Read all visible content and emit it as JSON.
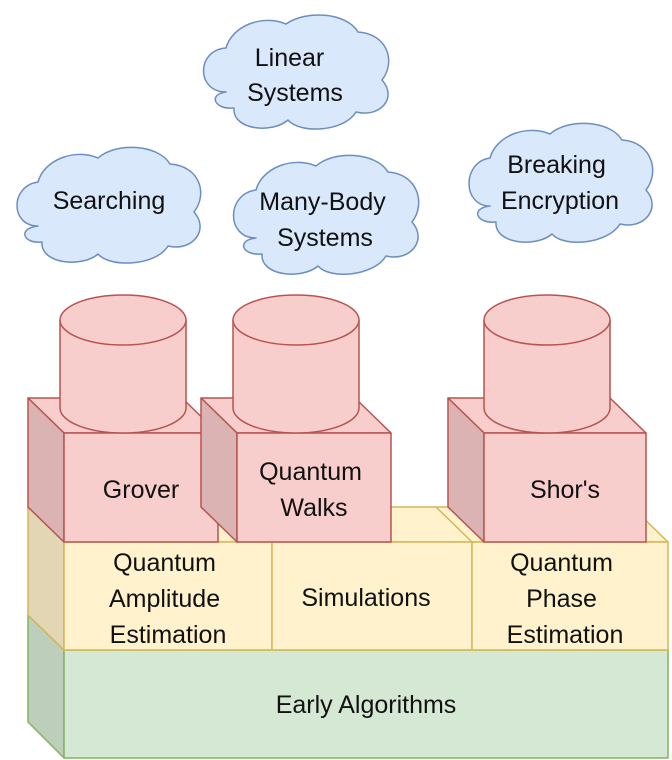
{
  "clouds": [
    {
      "id": "linear-systems",
      "lines": [
        "Linear",
        "Systems"
      ]
    },
    {
      "id": "searching",
      "lines": [
        "Searching"
      ]
    },
    {
      "id": "many-body-systems",
      "lines": [
        "Many-Body",
        "Systems"
      ]
    },
    {
      "id": "breaking-encryption",
      "lines": [
        "Breaking",
        "Encryption"
      ]
    }
  ],
  "cubes": [
    {
      "id": "grover",
      "lines": [
        "Grover"
      ]
    },
    {
      "id": "quantum-walks",
      "lines": [
        "Quantum",
        "Walks"
      ]
    },
    {
      "id": "shors",
      "lines": [
        "Shor's"
      ]
    }
  ],
  "middle_layer": [
    {
      "id": "quantum-amplitude-estimation",
      "lines": [
        "Quantum",
        "Amplitude",
        "Estimation"
      ]
    },
    {
      "id": "simulations",
      "lines": [
        "Simulations"
      ]
    },
    {
      "id": "quantum-phase-estimation",
      "lines": [
        "Quantum",
        "Phase",
        "Estimation"
      ]
    }
  ],
  "base_layer": {
    "label": "Early Algorithms"
  },
  "colors": {
    "cloud_fill": "#dae8fc",
    "cloud_stroke": "#6c8ebf",
    "red_fill": "#f8cecc",
    "red_side": "#dcb3b3",
    "red_stroke": "#b85450",
    "yellow_fill": "#fff2cc",
    "yellow_side": "#e2d6b5",
    "yellow_stroke": "#d6b656",
    "green_fill": "#d5e8d4",
    "green_side": "#bdceba",
    "green_stroke": "#82b366"
  }
}
